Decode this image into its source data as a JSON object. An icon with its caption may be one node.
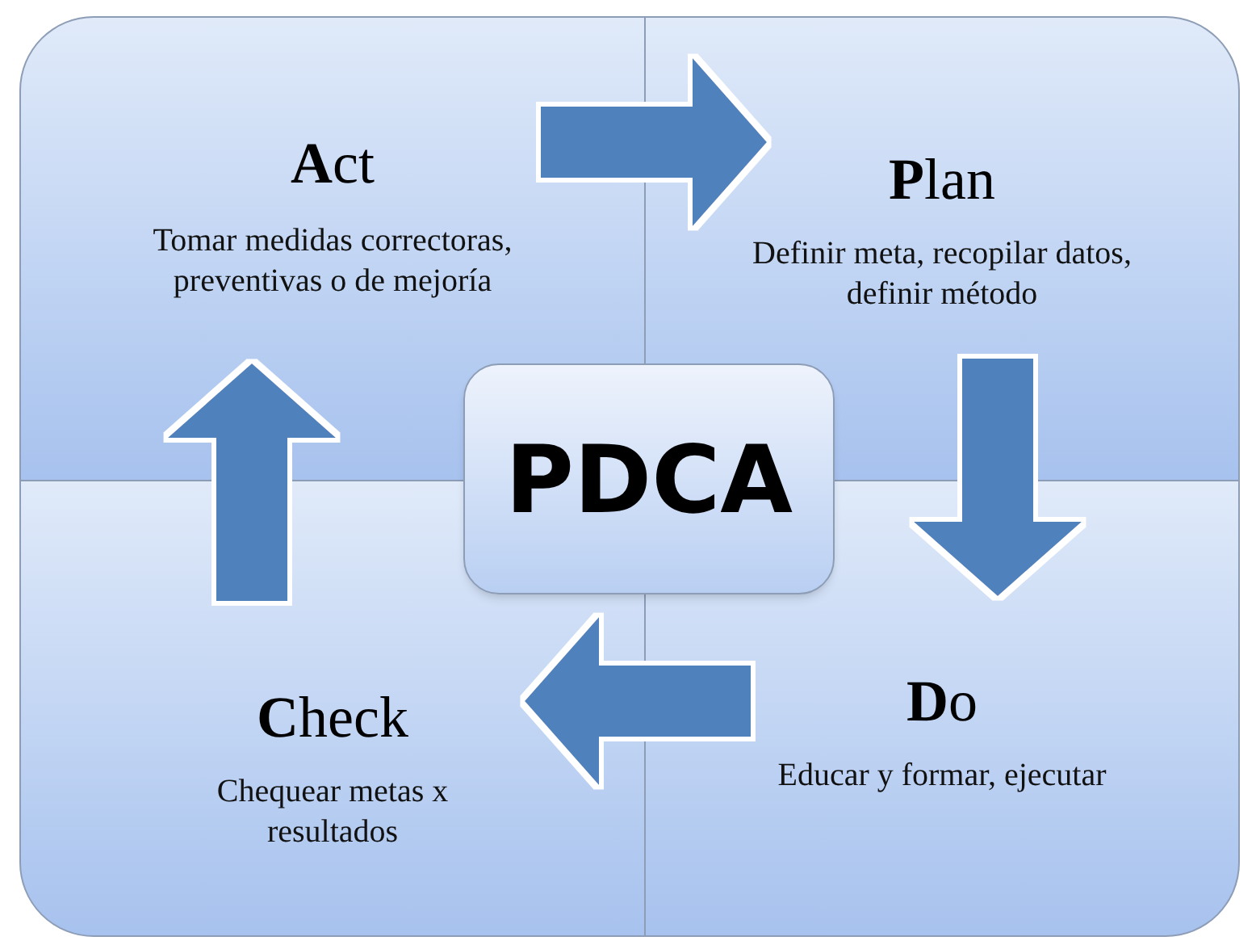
{
  "diagram": {
    "nodes": [
      {
        "text": [
          "**A**ct",
          "Tomar medidas correctoras, preventivas o de mejoría"
        ]
      },
      {
        "text": [
          "**P**lan",
          "Definir meta, recopilar datos, definir método"
        ]
      },
      {
        "text": [
          "PDCA"
        ]
      },
      {
        "text": [
          "**C**heck",
          "Chequear metas x resultados"
        ]
      },
      {
        "text": [
          "**D**o",
          "Educar y formar, ejecutar"
        ]
      }
    ],
    "edges": [
      {
        "from": 0,
        "to": 1,
        "arrow": "to"
      },
      {
        "from": 1,
        "to": 4,
        "arrow": "to"
      },
      {
        "from": 4,
        "to": 3,
        "arrow": "to"
      },
      {
        "from": 3,
        "to": 0,
        "arrow": "to"
      }
    ]
  }
}
